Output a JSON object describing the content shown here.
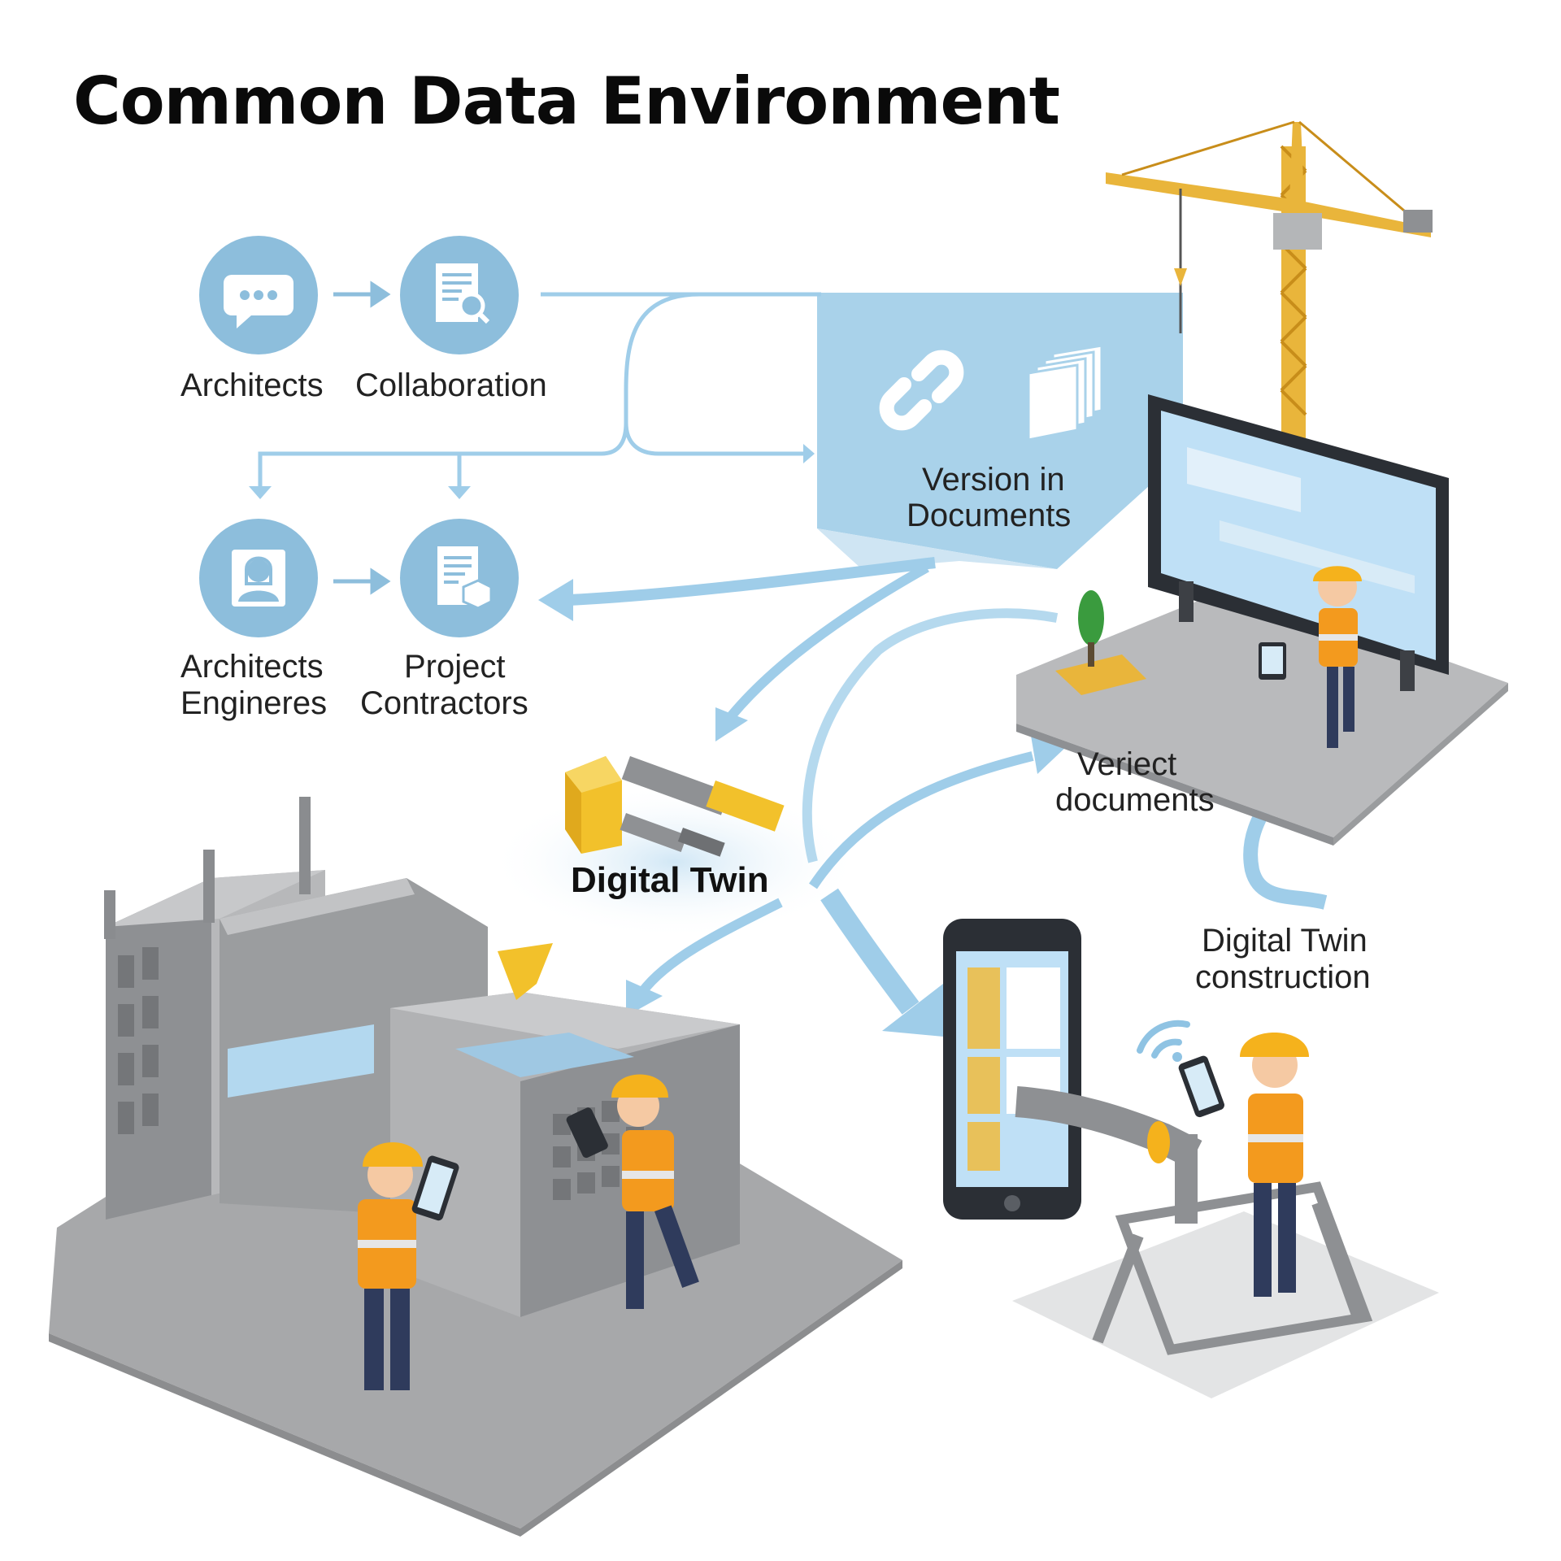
{
  "title": "Common Data Environment",
  "nodes": {
    "architects": "Architects",
    "collaboration": "Collaboration",
    "architects_engineers_1": "Architects",
    "architects_engineers_2": "Engineres",
    "project_contractors_1": "Project",
    "project_contractors_2": "Contractors",
    "version_documents_1": "Version in",
    "version_documents_2": "Documents",
    "veriect_documents_1": "Veriect",
    "veriect_documents_2": "documents",
    "digital_twin": "Digital Twin",
    "digital_twin_construction_1": "Digital Twin",
    "digital_twin_construction_2": "construction"
  },
  "icons": [
    "chat-bubble-icon",
    "document-search-icon",
    "person-profile-icon",
    "document-cube-icon",
    "link-chain-icon",
    "document-stack-icon",
    "wifi-signal-icon"
  ],
  "colors": {
    "accent_blue": "#8dbedc",
    "flow_blue": "#9fcde9",
    "panel_blue": "#a9d2ea",
    "safety_orange": "#f39a1e",
    "helmet_yellow": "#f5b21c",
    "concrete_gray": "#a7a8aa"
  }
}
